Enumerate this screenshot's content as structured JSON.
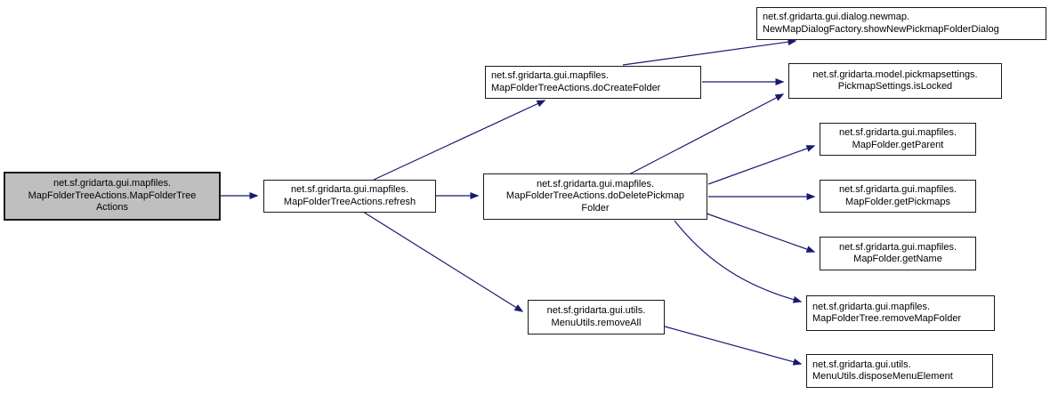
{
  "diagram": {
    "type": "call-graph",
    "colors": {
      "edge": "#191970",
      "node_border": "#1a1a1a",
      "node_fill": "#ffffff",
      "highlight_fill": "#bfbfbf",
      "background": "#ffffff"
    },
    "nodes": [
      {
        "id": "mapFolderTreeActions-constructor",
        "label": "net.sf.gridarta.gui.mapfiles.\nMapFolderTreeActions.MapFolderTree\nActions",
        "highlighted": true
      },
      {
        "id": "refresh",
        "label": "net.sf.gridarta.gui.mapfiles.\nMapFolderTreeActions.refresh",
        "highlighted": false
      },
      {
        "id": "doCreateFolder",
        "label": "net.sf.gridarta.gui.mapfiles.\nMapFolderTreeActions.doCreateFolder",
        "highlighted": false
      },
      {
        "id": "showNewPickmapFolderDialog",
        "label": "net.sf.gridarta.gui.dialog.newmap.\nNewMapDialogFactory.showNewPickmapFolderDialog",
        "highlighted": false
      },
      {
        "id": "isLocked",
        "label": "net.sf.gridarta.model.pickmapsettings.\nPickmapSettings.isLocked",
        "highlighted": false
      },
      {
        "id": "doDeletePickmapFolder",
        "label": "net.sf.gridarta.gui.mapfiles.\nMapFolderTreeActions.doDeletePickmap\nFolder",
        "highlighted": false
      },
      {
        "id": "getParent",
        "label": "net.sf.gridarta.gui.mapfiles.\nMapFolder.getParent",
        "highlighted": false
      },
      {
        "id": "getPickmaps",
        "label": "net.sf.gridarta.gui.mapfiles.\nMapFolder.getPickmaps",
        "highlighted": false
      },
      {
        "id": "getName",
        "label": "net.sf.gridarta.gui.mapfiles.\nMapFolder.getName",
        "highlighted": false
      },
      {
        "id": "removeMapFolder",
        "label": "net.sf.gridarta.gui.mapfiles.\nMapFolderTree.removeMapFolder",
        "highlighted": false
      },
      {
        "id": "removeAll",
        "label": "net.sf.gridarta.gui.utils.\nMenuUtils.removeAll",
        "highlighted": false
      },
      {
        "id": "disposeMenuElement",
        "label": "net.sf.gridarta.gui.utils.\nMenuUtils.disposeMenuElement",
        "highlighted": false
      }
    ],
    "edges": [
      {
        "from": "mapFolderTreeActions-constructor",
        "to": "refresh"
      },
      {
        "from": "refresh",
        "to": "doCreateFolder"
      },
      {
        "from": "refresh",
        "to": "doDeletePickmapFolder"
      },
      {
        "from": "refresh",
        "to": "removeAll"
      },
      {
        "from": "doCreateFolder",
        "to": "showNewPickmapFolderDialog"
      },
      {
        "from": "doCreateFolder",
        "to": "isLocked"
      },
      {
        "from": "doDeletePickmapFolder",
        "to": "isLocked"
      },
      {
        "from": "doDeletePickmapFolder",
        "to": "getParent"
      },
      {
        "from": "doDeletePickmapFolder",
        "to": "getPickmaps"
      },
      {
        "from": "doDeletePickmapFolder",
        "to": "getName"
      },
      {
        "from": "doDeletePickmapFolder",
        "to": "removeMapFolder"
      },
      {
        "from": "removeAll",
        "to": "disposeMenuElement"
      }
    ]
  }
}
